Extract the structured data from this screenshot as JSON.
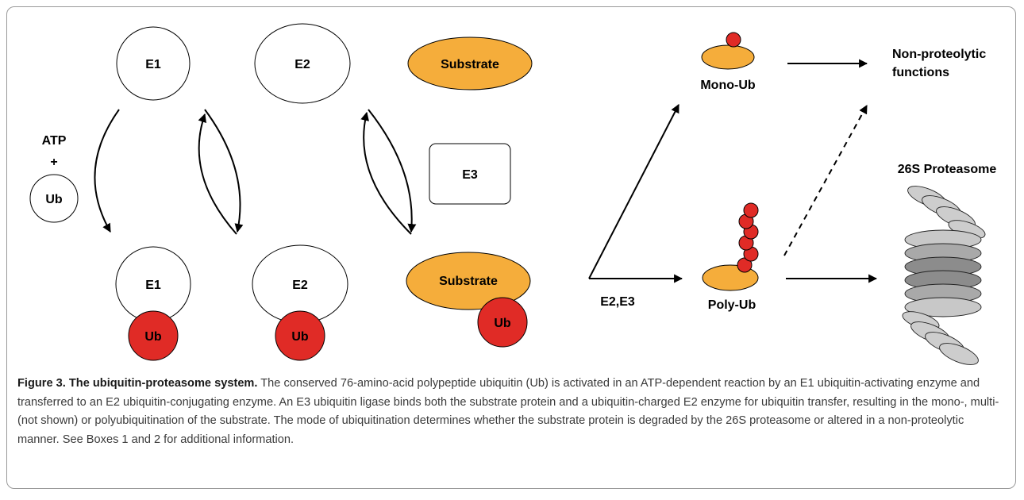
{
  "diagram": {
    "e1_top": "E1",
    "e2_top": "E2",
    "substrate_top": "Substrate",
    "atp": "ATP",
    "plus": "+",
    "ub_free": "Ub",
    "e3": "E3",
    "e1_bottom": "E1",
    "e2_bottom": "E2",
    "substrate_bottom": "Substrate",
    "ub_e1": "Ub",
    "ub_e2": "Ub",
    "ub_substrate": "Ub",
    "e2e3": "E2,E3",
    "mono_ub": "Mono-Ub",
    "poly_ub": "Poly-Ub",
    "non_proteolytic_line1": "Non-proteolytic",
    "non_proteolytic_line2": "functions",
    "proteasome": "26S Proteasome"
  },
  "caption": {
    "title": "Figure 3. The ubiquitin-proteasome system.",
    "body": " The conserved 76-amino-acid polypeptide ubiquitin (Ub) is activated in an ATP-dependent reaction by an E1 ubiquitin-activating enzyme and transferred to an E2 ubiquitin-conjugating enzyme. An E3 ubiquitin ligase binds both the substrate protein and a ubiquitin-charged E2 enzyme for ubiquitin transfer, resulting in the mono-, multi- (not shown) or polyubiquitination of the substrate. The mode of ubiquitination determines whether the substrate protein is degraded by the 26S proteasome or altered in a non-proteolytic manner. See Boxes 1 and 2 for additional information."
  },
  "colors": {
    "substrate": "#f5ad3b",
    "ubiquitin": "#e02b26",
    "proteasome_light": "#c8c8c8",
    "proteasome_dark": "#8c8c8c"
  }
}
